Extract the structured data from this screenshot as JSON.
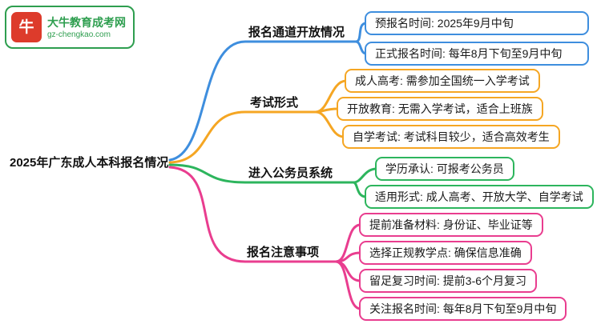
{
  "logo": {
    "icon_text": "牛",
    "site_name": "大牛教育成考网",
    "site_url": "gz-chengkao.com",
    "icon_color": "#dd3b2b",
    "text_color": "#2e9e4f"
  },
  "root": {
    "label": "2025年广东成人本科报名情况"
  },
  "branches": [
    {
      "label": "报名通道开放情况",
      "color": "#3e8ede",
      "children": [
        {
          "text": "预报名时间: 2025年9月中旬"
        },
        {
          "text": "正式报名时间: 每年8月下旬至9月中旬"
        }
      ]
    },
    {
      "label": "考试形式",
      "color": "#f5a623",
      "children": [
        {
          "text": "成人高考: 需参加全国统一入学考试"
        },
        {
          "text": "开放教育: 无需入学考试，适合上班族"
        },
        {
          "text": "自学考试: 考试科目较少，适合高效考生"
        }
      ]
    },
    {
      "label": "进入公务员系统",
      "color": "#2db55d",
      "children": [
        {
          "text": "学历承认: 可报考公务员"
        },
        {
          "text": "适用形式: 成人高考、开放大学、自学考试"
        }
      ]
    },
    {
      "label": "报名注意事项",
      "color": "#e93d8f",
      "children": [
        {
          "text": "提前准备材料: 身份证、毕业证等"
        },
        {
          "text": "选择正规教学点: 确保信息准确"
        },
        {
          "text": "留足复习时间: 提前3-6个月复习"
        },
        {
          "text": "关注报名时间: 每年8月下旬至9月中旬"
        }
      ]
    }
  ]
}
